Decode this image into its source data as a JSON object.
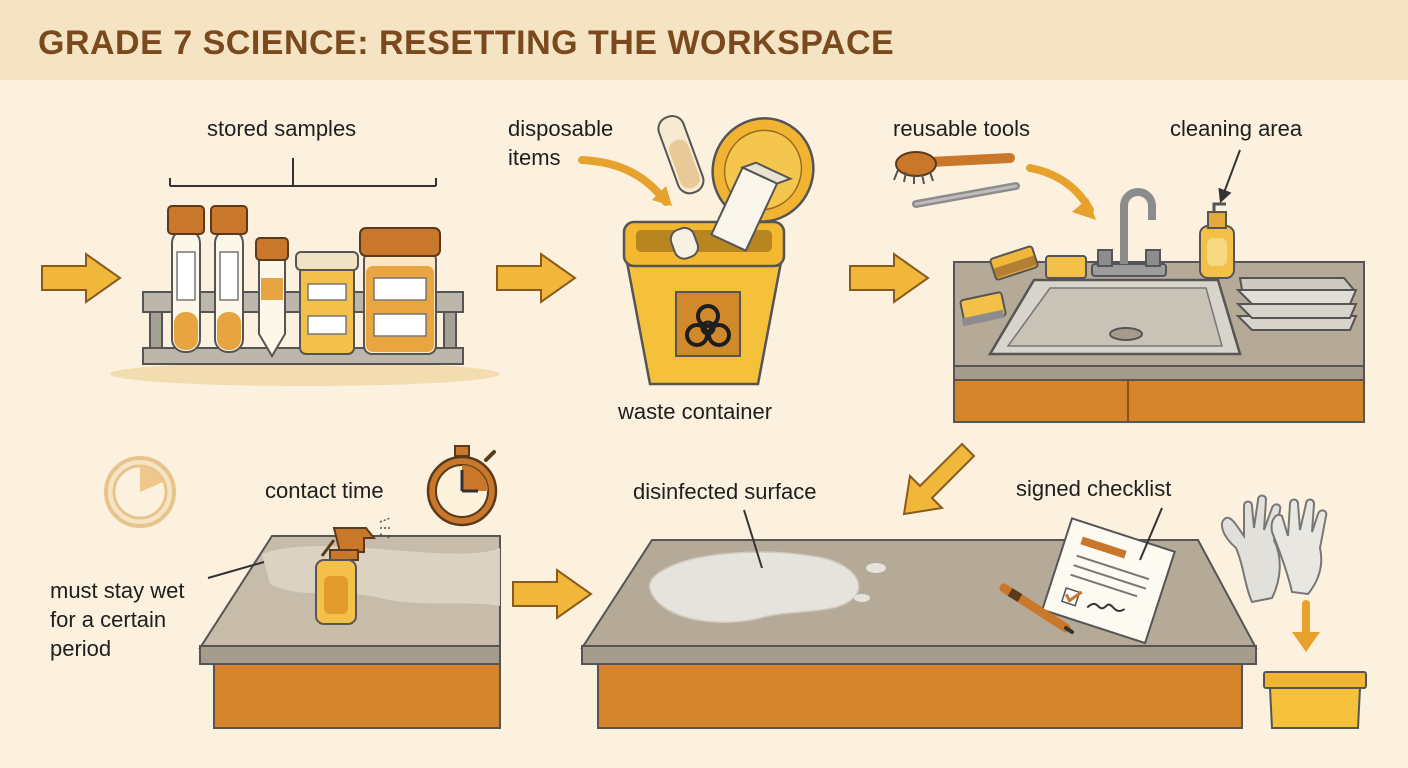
{
  "header": {
    "title": "GRADE 7 SCIENCE: RESETTING THE WORKSPACE"
  },
  "labels": {
    "stored_samples": "stored samples",
    "disposable_items_line1": "disposable",
    "disposable_items_line2": "items",
    "waste_container": "waste container",
    "reusable_tools": "reusable tools",
    "cleaning_area": "cleaning area",
    "contact_time": "contact time",
    "must_stay_wet_line1": "must stay wet",
    "must_stay_wet_line2": "for a certain",
    "must_stay_wet_line3": "period",
    "disinfected_surface": "disinfected surface",
    "signed_checklist": "signed checklist"
  },
  "colors": {
    "background": "#fbf1de",
    "header": "#f5e4c3",
    "title": "#7a4a1e",
    "arrow": "#f0b73a",
    "cabinet": "#d6842c",
    "counter": "#b5a998",
    "waste_bin": "#f5c03a"
  },
  "icons": [
    "biohazard-icon",
    "stopwatch-icon",
    "clock-icon",
    "spray-bottle-icon",
    "gloves-icon",
    "checklist-icon",
    "pen-icon",
    "faucet-icon",
    "soap-dispenser-icon",
    "brush-icon",
    "sponge-icon"
  ]
}
